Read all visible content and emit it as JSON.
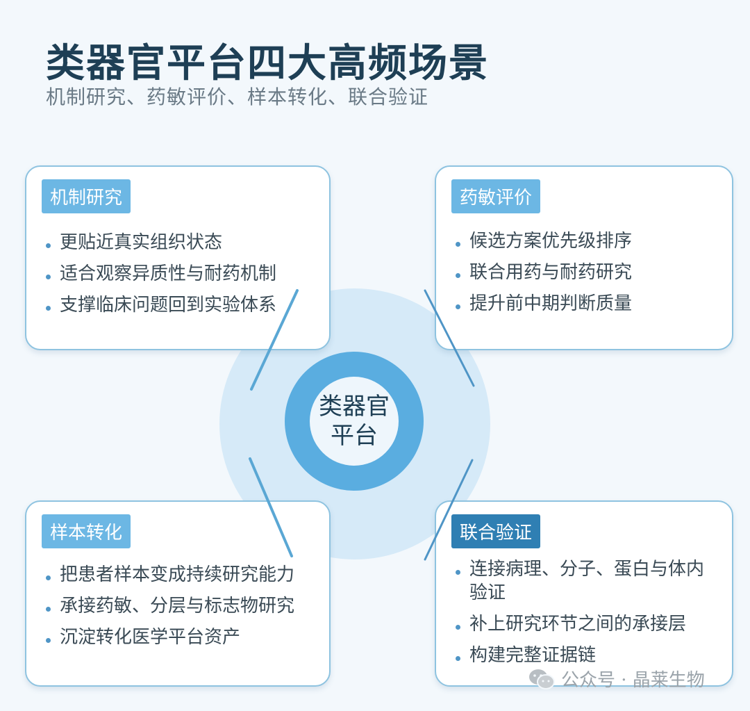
{
  "title": "类器官平台四大高频场景",
  "subtitle": "机制研究、药敏评价、样本转化、联合验证",
  "center": {
    "line1": "类器官",
    "line2": "平台"
  },
  "cards": [
    {
      "tag": "机制研究",
      "items": [
        "更贴近真实组织状态",
        "适合观察异质性与耐药机制",
        "支撑临床问题回到实验体系"
      ]
    },
    {
      "tag": "药敏评价",
      "items": [
        "候选方案优先级排序",
        "联合用药与耐药研究",
        "提升前中期判断质量"
      ]
    },
    {
      "tag": "样本转化",
      "items": [
        "把患者样本变成持续研究能力",
        "承接药敏、分层与标志物研究",
        "沉淀转化医学平台资产"
      ]
    },
    {
      "tag": "联合验证",
      "items": [
        "连接病理、分子、蛋白与体内验证",
        "补上研究环节之间的承接层",
        "构建完整证据链"
      ]
    }
  ],
  "watermark": {
    "text": "公众号 · 晶莱生物",
    "icon": "wechat-icon"
  },
  "colors": {
    "title": "#1e3f55",
    "accent": "#5aade0",
    "tag_light": "#6cb7e4",
    "tag_dark": "#2f7fb3",
    "border": "#8ec3e0"
  }
}
